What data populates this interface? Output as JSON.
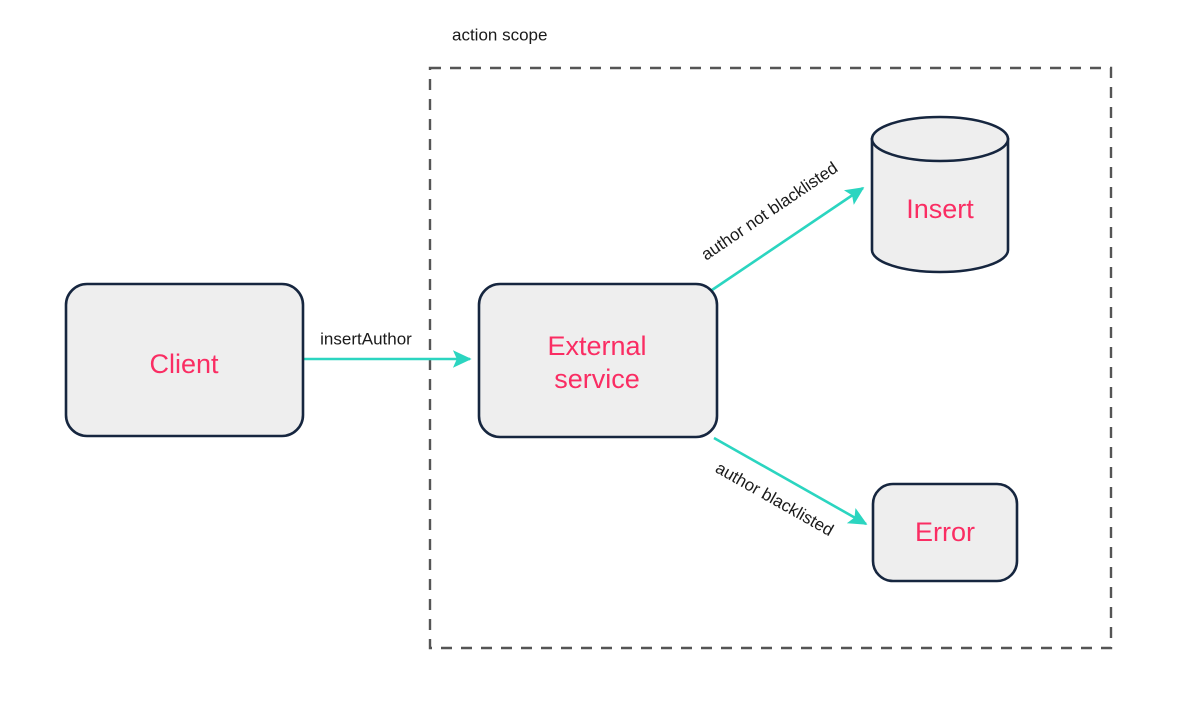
{
  "diagram": {
    "title": "action scope",
    "background_color": "#ffffff",
    "node_text_color": "#fa2d63",
    "node_fill_color": "#eeeeee",
    "node_border_color": "#16263f",
    "edge_color": "#2bd5c0",
    "scope_border_color": "#555555",
    "scope": {
      "label": "action scope"
    },
    "nodes": [
      {
        "id": "client",
        "label": "Client",
        "shape": "rounded-rect"
      },
      {
        "id": "external",
        "label_line1": "External",
        "label_line2": "service",
        "label": "External service",
        "shape": "rounded-rect"
      },
      {
        "id": "insert",
        "label": "Insert",
        "shape": "cylinder"
      },
      {
        "id": "error",
        "label": "Error",
        "shape": "rounded-rect"
      }
    ],
    "edges": [
      {
        "id": "e1",
        "from": "client",
        "to": "external",
        "label": "insertAuthor"
      },
      {
        "id": "e2",
        "from": "external",
        "to": "insert",
        "label": "author not blacklisted"
      },
      {
        "id": "e3",
        "from": "external",
        "to": "error",
        "label": "author blacklisted"
      }
    ]
  }
}
